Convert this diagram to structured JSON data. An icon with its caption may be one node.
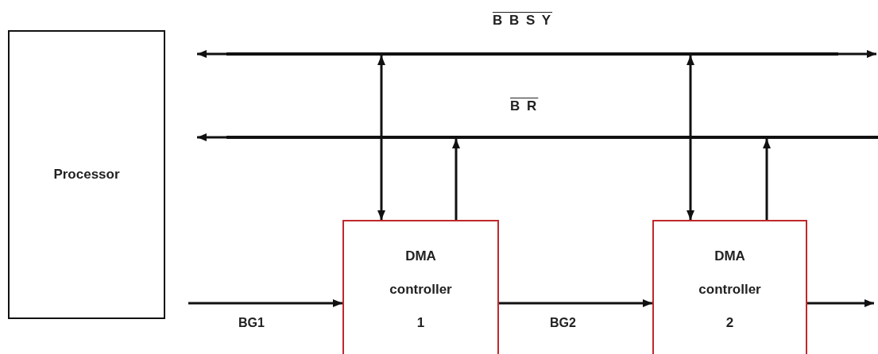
{
  "diagram": {
    "nodes": [
      {
        "text": [
          "Processor"
        ]
      },
      {
        "text": [],
        "shape": "bar",
        "beside": [
          "B B S Y"
        ]
      },
      {
        "text": [],
        "shape": "bar",
        "beside": [
          "B R"
        ]
      },
      {
        "text": [
          "DMA controller",
          "1"
        ]
      },
      {
        "text": [
          "DMA controller",
          "2"
        ]
      }
    ],
    "edges": [
      {
        "from": 1,
        "to": null,
        "arrow": "to"
      },
      {
        "from": 1,
        "to": null,
        "arrow": "to"
      },
      {
        "from": 2,
        "to": null,
        "arrow": "to"
      },
      {
        "from": 3,
        "to": 1,
        "arrow": "both"
      },
      {
        "from": 3,
        "to": 2,
        "arrow": "to"
      },
      {
        "from": 4,
        "to": 1,
        "arrow": "both"
      },
      {
        "from": 4,
        "to": 2,
        "arrow": "to"
      },
      {
        "from": null,
        "to": 3,
        "arrow": "to",
        "label": "BG1"
      },
      {
        "from": 3,
        "to": 4,
        "arrow": "to",
        "label": "BG2"
      },
      {
        "from": 4,
        "to": null,
        "arrow": "to"
      }
    ]
  }
}
